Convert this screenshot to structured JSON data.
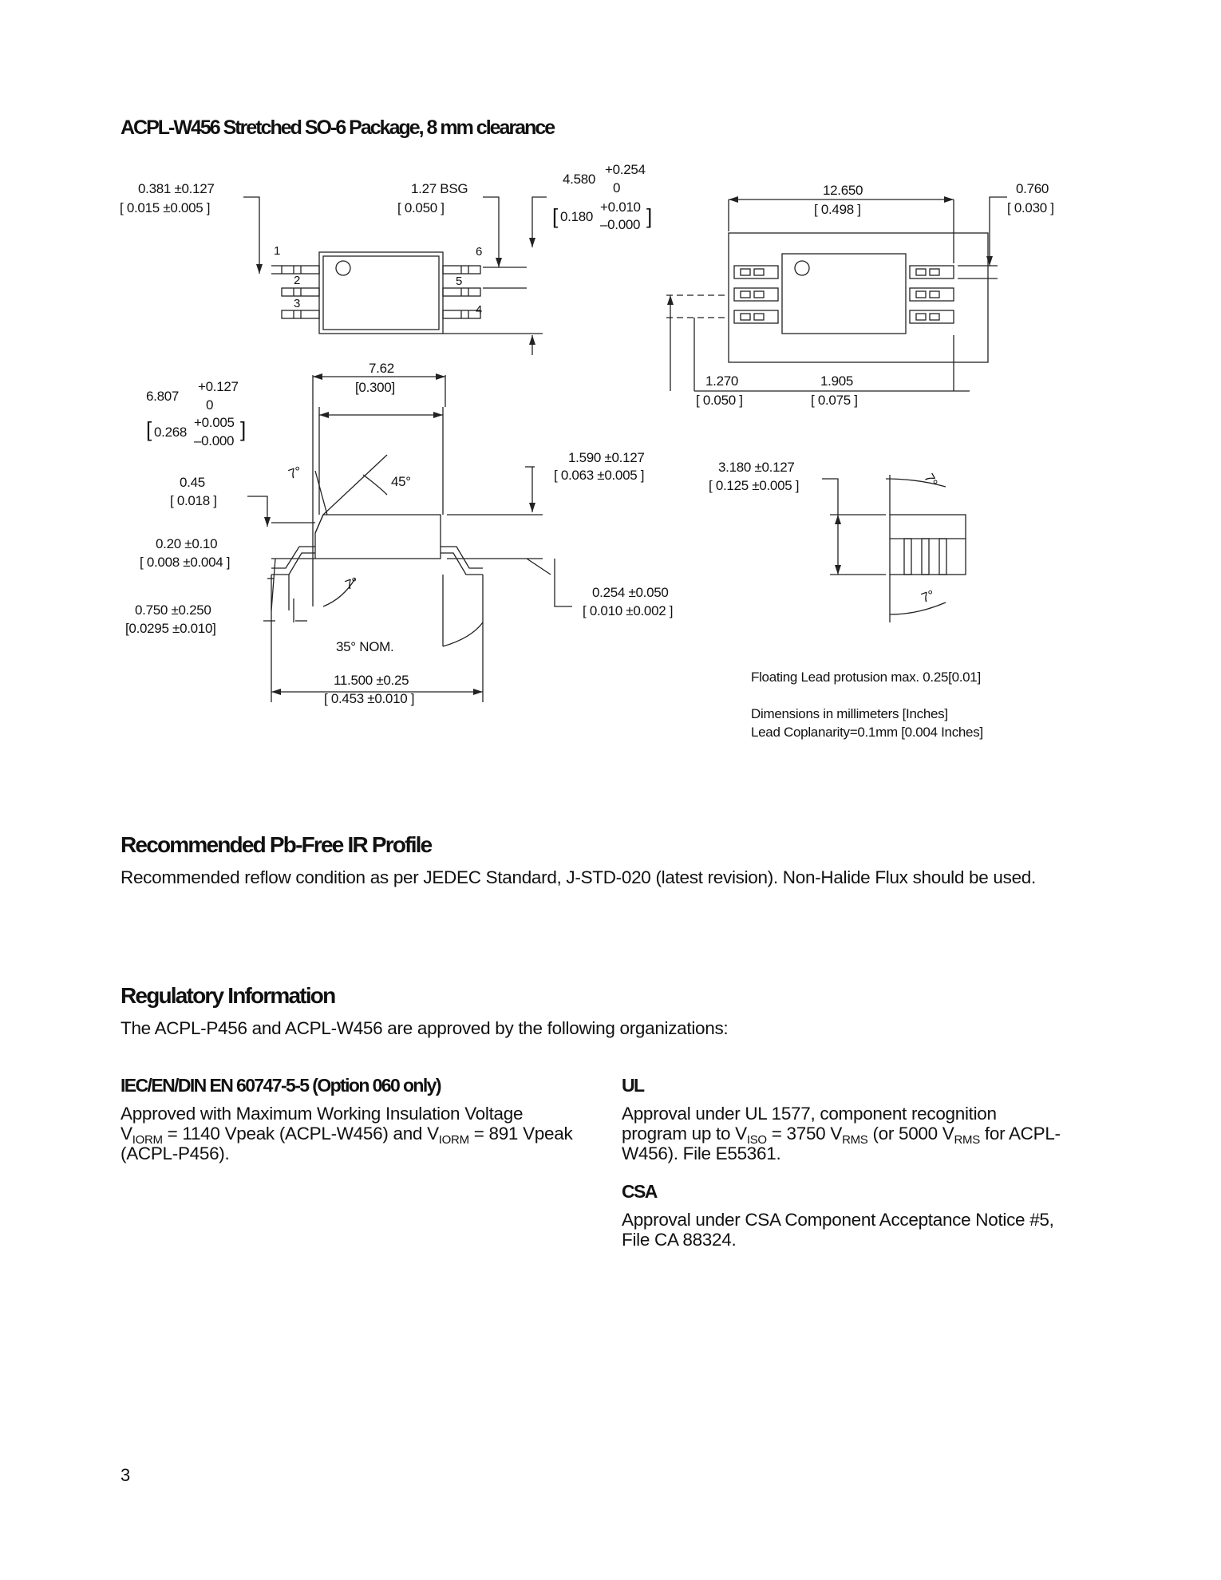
{
  "package_section": {
    "title": "ACPL-W456 Stretched SO-6 Package, 8 mm clearance",
    "dimension_labels": {
      "d_0381": "0.381 ±0.127",
      "d_0015": "[ 0.015 ±0.005 ]",
      "d_127bsg": "1.27  BSG",
      "d_0050a": "[ 0.050 ]",
      "d_4580": "4.580",
      "d_4580_tol_up": "+0.254",
      "d_4580_tol_low": "0",
      "d_0180": "0.180",
      "d_0180_tol_up": "+0.010",
      "d_0180_tol_low": "–0.000",
      "d_12650": "12.650",
      "d_0498": "[ 0.498 ]",
      "d_0760": "0.760",
      "d_0030": "[ 0.030 ]",
      "pin1": "1",
      "pin2": "2",
      "pin3": "3",
      "pin4": "4",
      "pin5": "5",
      "pin6": "6",
      "d_762": "7.62",
      "d_0300": "[0.300]",
      "d_6807": "6.807",
      "d_6807_tol_up": "+0.127",
      "d_6807_tol_low": "0",
      "d_0268": "0.268",
      "d_0268_tol_up": "+0.005",
      "d_0268_tol_low": "–0.000",
      "d_1270": "1.270",
      "d_0050b": "[ 0.050 ]",
      "d_1905": "1.905",
      "d_0075": "[ 0.075 ]",
      "d_1590": "1.590 ±0.127",
      "d_0063": "[ 0.063 ±0.005 ]",
      "d_3180": "3.180 ±0.127",
      "d_0125": "[ 0.125 ±0.005 ]",
      "d_045": "0.45",
      "d_0018": "[ 0.018 ]",
      "d_7deg_a": "7°",
      "d_45deg": "45°",
      "d_7deg_b": "7°",
      "d_7deg_c": "7°",
      "d_7deg_d": "7°",
      "d_020": "0.20 ±0.10",
      "d_0008": "[ 0.008 ±0.004 ]",
      "d_0254": "0.254 ±0.050",
      "d_0010": "[ 0.010 ±0.002 ]",
      "d_0750": "0.750 ±0.250",
      "d_00295": "[0.0295 ±0.010]",
      "d_35deg": "35°  NOM.",
      "d_11500": "11.500 ±0.25",
      "d_0453": "[ 0.453 ±0.010 ]"
    },
    "notes": {
      "floating": "Floating Lead protusion max. 0.25[0.01]",
      "dimensions": "Dimensions in millimeters [Inches]",
      "coplanarity": "Lead Coplanarity=0.1mm [0.004 Inches]"
    }
  },
  "pbfree_section": {
    "title": "Recommended Pb-Free IR Profile",
    "text": "Recommended reflow condition as per JEDEC Standard, J-STD-020 (latest revision). Non-Halide Flux should be used."
  },
  "regulatory_section": {
    "title": "Regulatory Information",
    "intro": "The ACPL-P456 and ACPL-W456 are approved by the following organizations:",
    "iec": {
      "title": "IEC/EN/DIN EN 60747-5-5 (Option 060 only)",
      "line1": "Approved with Maximum Working Insulation Voltage",
      "v1_main": "V",
      "v1_sub": "IORM",
      "v1_rest": " = 1140 Vpeak (ACPL-W456) and V",
      "v2_sub": "IORM",
      "v2_rest": " = 891 Vpeak",
      "line3": "(ACPL-P456)."
    },
    "ul": {
      "title": "UL",
      "line1": "Approval under UL 1577, component recognition",
      "l2_a": "program up to V",
      "l2_sub1": "ISO",
      "l2_b": " = 3750 V",
      "l2_sub2": "RMS",
      "l2_c": " (or 5000 V",
      "l2_sub3": "RMS",
      "l2_d": " for ACPL-",
      "line3": "W456). File E55361."
    },
    "csa": {
      "title": "CSA",
      "line1": "Approval under CSA Component Acceptance Notice #5,",
      "line2": "File CA 88324."
    }
  },
  "page_number": "3"
}
